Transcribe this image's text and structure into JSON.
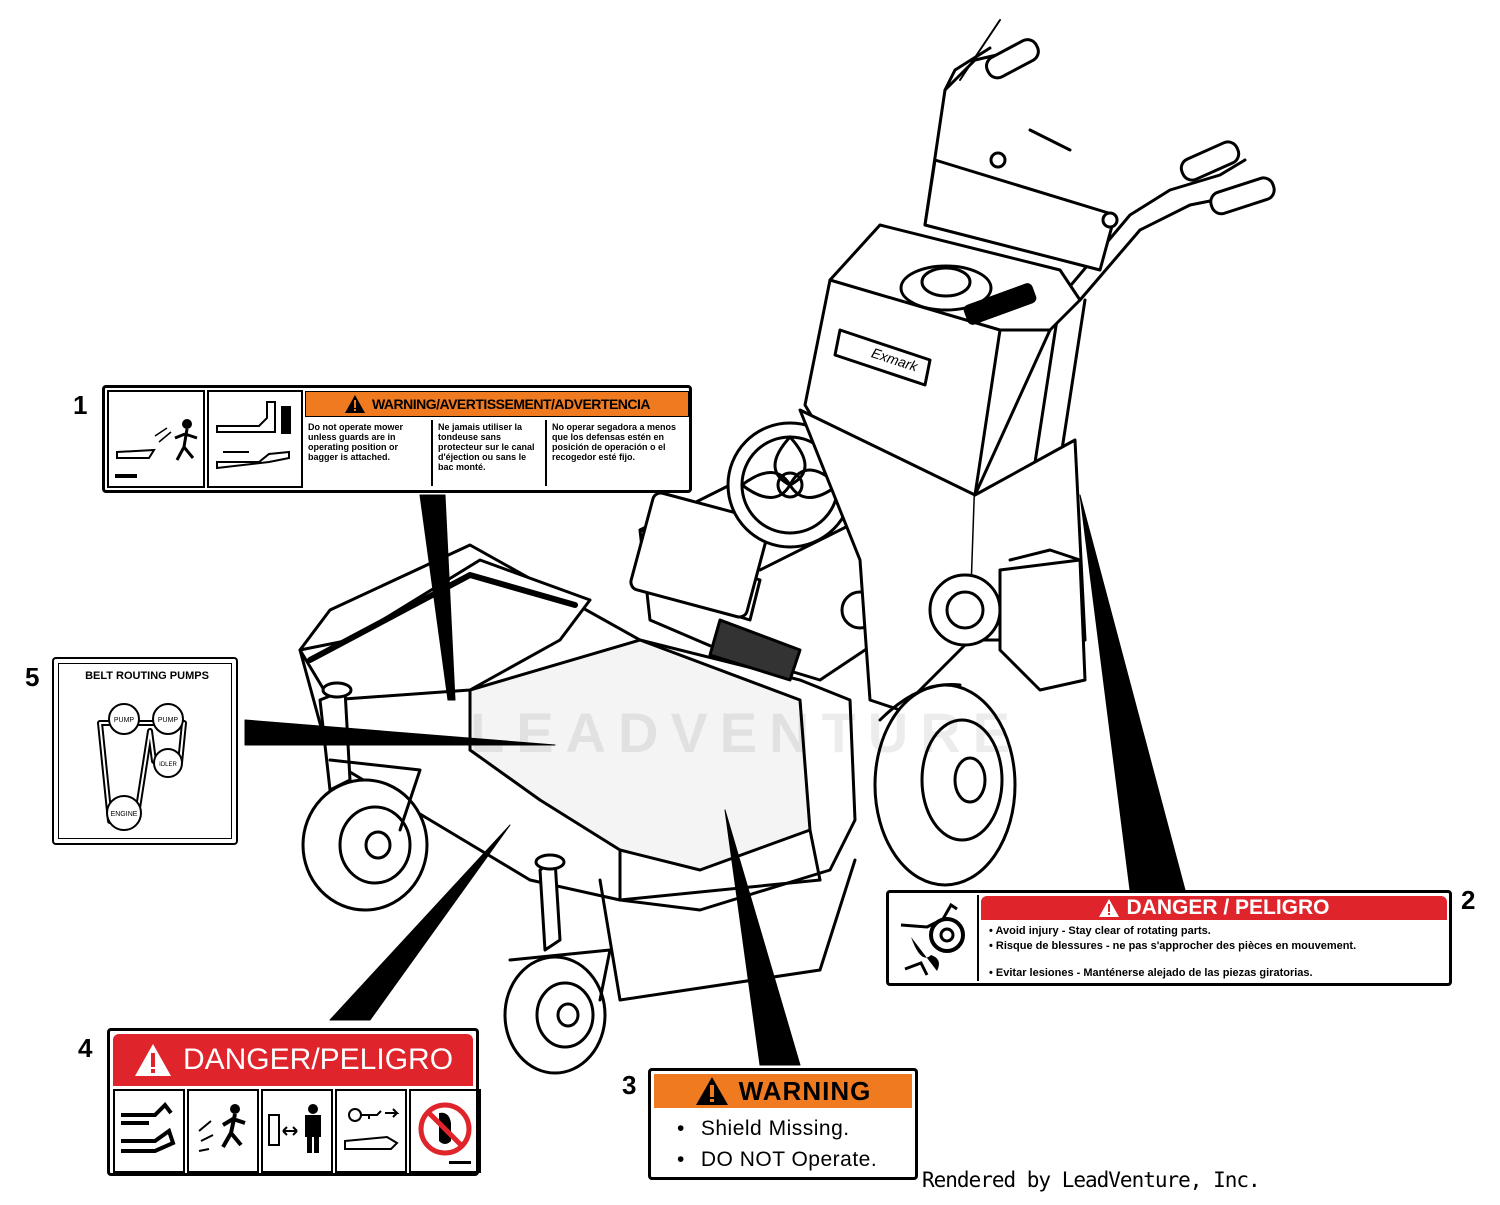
{
  "callouts": [
    "1",
    "2",
    "3",
    "4",
    "5"
  ],
  "watermark": "LEADVENTURE",
  "footer": "Rendered by LeadVenture, Inc.",
  "colors": {
    "orange": "#f07a1f",
    "red": "#e0242b",
    "line": "#000000"
  },
  "decal1": {
    "header": "WARNING/AVERTISSEMENT/ADVERTENCIA",
    "col1": "Do not operate mower unless guards are in operating position or bagger is attached.",
    "col2": "Ne jamais utiliser la tondeuse sans protecteur sur le canal d'éjection ou sans le bac monté.",
    "col3": "No operar segadora a menos que los defensas estén en posición de operación o el recogedor esté fijo.",
    "icons": [
      "thrown-object-icon",
      "guard-position-icon",
      "warning-triangle-icon"
    ]
  },
  "decal2": {
    "header": "DANGER / PELIGRO",
    "lines": [
      "• Avoid injury - Stay clear of rotating parts.",
      "• Risque de blessures - ne pas s'approcher des pièces en mouvement.",
      "• Evitar lesiones - Manténerse alejado de las piezas giratorias."
    ]
  },
  "decal3": {
    "header": "WARNING",
    "lines": [
      "Shield Missing.",
      "DO NOT Operate."
    ]
  },
  "decal4": {
    "header": "DANGER/PELIGRO",
    "icons": [
      "blade-icon",
      "thrown-object-icon",
      "keep-distance-icon",
      "remove-key-icon",
      "no-foot-icon"
    ]
  },
  "decal5": {
    "header": "BELT ROUTING PUMPS",
    "pulleys": [
      "PUMP",
      "PUMP",
      "IDLER",
      "ENGINE"
    ]
  }
}
